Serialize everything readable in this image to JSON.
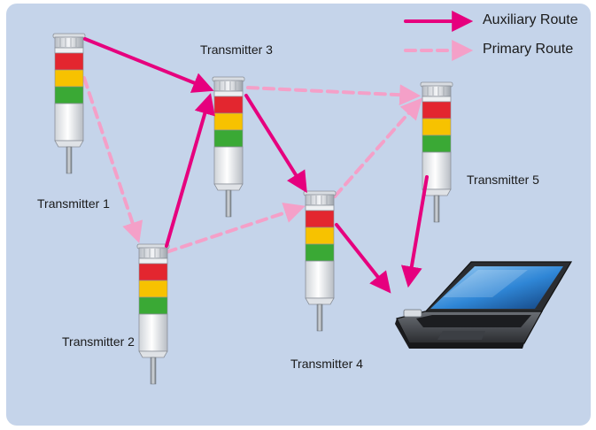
{
  "legend": {
    "auxiliary_label": "Auxiliary Route",
    "primary_label": "Primary Route"
  },
  "transmitters": [
    {
      "id": "t1",
      "label": "Transmitter 1"
    },
    {
      "id": "t2",
      "label": "Transmitter 2"
    },
    {
      "id": "t3",
      "label": "Transmitter 3"
    },
    {
      "id": "t4",
      "label": "Transmitter 4"
    },
    {
      "id": "t5",
      "label": "Transmitter 5"
    }
  ],
  "colors": {
    "background": "#c5d4ea",
    "auxiliary_route": "#e6007e",
    "primary_route": "#f4a0c8",
    "lamp_red": "#e3262f",
    "lamp_yellow": "#f7c200",
    "lamp_green": "#3aa935"
  },
  "routes": {
    "auxiliary": [
      [
        "t1",
        "t3"
      ],
      [
        "t2",
        "t3"
      ],
      [
        "t3",
        "t4"
      ],
      [
        "t4",
        "laptop"
      ],
      [
        "t5",
        "laptop"
      ]
    ],
    "primary": [
      [
        "t1",
        "t2"
      ],
      [
        "t2",
        "t4"
      ],
      [
        "t3",
        "t5"
      ],
      [
        "t4",
        "t5"
      ]
    ]
  }
}
